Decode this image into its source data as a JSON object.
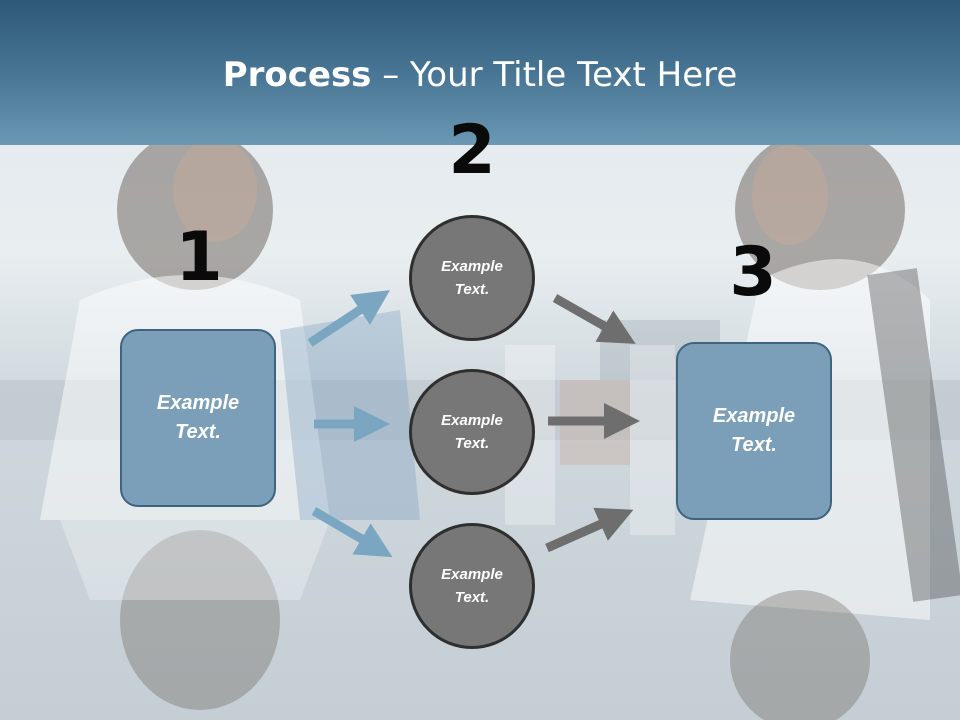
{
  "title": {
    "bold": "Process",
    "rest": " – Your Title Text Here"
  },
  "numbers": {
    "one": "1",
    "two": "2",
    "three": "3"
  },
  "boxes": {
    "left": "Example Text.",
    "right": "Example Text."
  },
  "circles": {
    "top": "Example Text.",
    "middle": "Example Text.",
    "bottom": "Example Text."
  },
  "colors": {
    "header": "#3f6a8a",
    "box_fill": "#7b9fb8",
    "circle_fill": "#777777",
    "arrow_blue": "#7ba6c2",
    "arrow_gray": "#6e6e6e"
  }
}
